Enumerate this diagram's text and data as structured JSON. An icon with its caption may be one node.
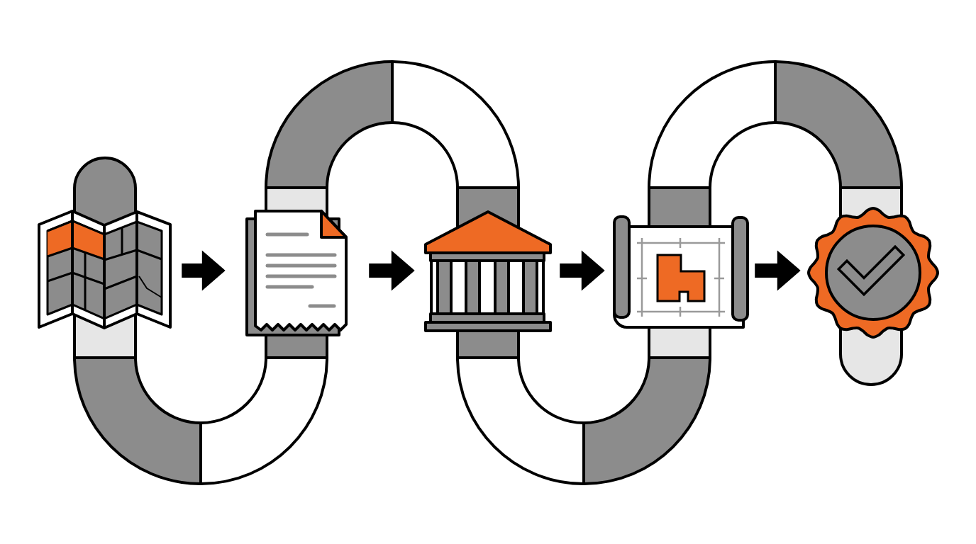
{
  "diagram": {
    "nodes": [
      {
        "text": [],
        "shape": "picture"
      },
      {
        "text": [],
        "shape": "picture"
      },
      {
        "text": [],
        "shape": "picture"
      },
      {
        "text": [],
        "shape": "picture"
      },
      {
        "text": [],
        "shape": "picture"
      }
    ],
    "edges": [
      {
        "from": 0,
        "to": 1,
        "arrow": "to"
      },
      {
        "from": 1,
        "to": 2,
        "arrow": "to"
      },
      {
        "from": 2,
        "to": 3,
        "arrow": "to"
      },
      {
        "from": 3,
        "to": 4,
        "arrow": "to"
      }
    ]
  }
}
